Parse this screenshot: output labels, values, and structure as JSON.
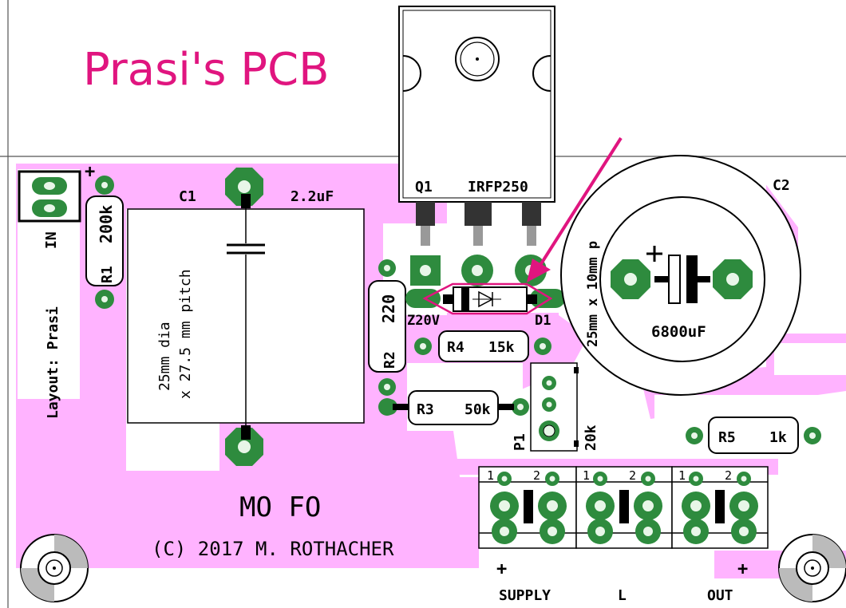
{
  "title": "Prasi's PCB",
  "colors": {
    "copper": "#ffb3ff",
    "pad": "#2e8b3e",
    "pad_dark": "#1f6b2c",
    "pad_hole": "#e8f6e8",
    "marker": "#e0157f",
    "silk": "#000000",
    "frame": "#555555"
  },
  "labels": {
    "plus_in": "+",
    "in": "IN",
    "layout": "Layout: Prasi",
    "c1_ref": "C1",
    "c1_val": "2.2uF",
    "c1_dim1": "25mm dia",
    "c1_dim2": "x 27.5 mm pitch",
    "q1_ref": "Q1",
    "q1_val": "IRFP250",
    "c2_ref": "C2",
    "c2_dim": "25mm x 10mm p",
    "c2_val": "6800uF",
    "r1_val": "200k",
    "r1_ref": "R1",
    "r2_val": "220",
    "r2_ref": "R2",
    "z_ref": "Z20V",
    "d1_ref": "D1",
    "r4_ref": "R4",
    "r4_val": "15k",
    "r3_ref": "R3",
    "r3_val": "50k",
    "p1_ref": "P1",
    "p1_val": "20k",
    "r5_ref": "R5",
    "r5_val": "1k",
    "mofo": "MO FO",
    "copyright": "(C) 2017 M. ROTHACHER",
    "conn_pin1": "1",
    "conn_pin2": "2",
    "plus_supply": "+",
    "plus_out": "+",
    "supply": "SUPPLY",
    "l": "L",
    "out": "OUT"
  }
}
